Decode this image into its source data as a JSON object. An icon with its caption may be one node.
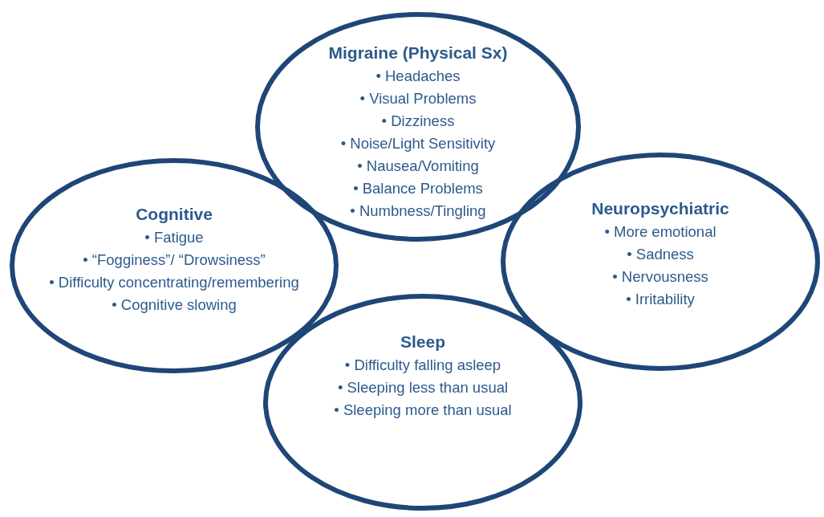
{
  "diagram": {
    "nodes": [
      {
        "text": [
          "Migraine (Physical Sx)",
          "• Headaches",
          "• Visual Problems",
          "• Dizziness",
          "• Noise/Light Sensitivity",
          "• Nausea/Vomiting",
          "• Balance Problems",
          "• Numbness/Tingling"
        ]
      },
      {
        "text": [
          "Cognitive",
          "• Fatigue",
          "• “Fogginess”/ “Drowsiness”",
          "• Difficulty concentrating/remembering",
          "• Cognitive slowing"
        ]
      },
      {
        "text": [
          "Neuropsychiatric",
          "• More emotional",
          "• Sadness",
          "• Nervousness",
          "• Irritability"
        ]
      },
      {
        "text": [
          "Sleep",
          "• Difficulty falling asleep",
          "• Sleeping less than usual",
          "• Sleeping more than usual"
        ]
      }
    ]
  }
}
